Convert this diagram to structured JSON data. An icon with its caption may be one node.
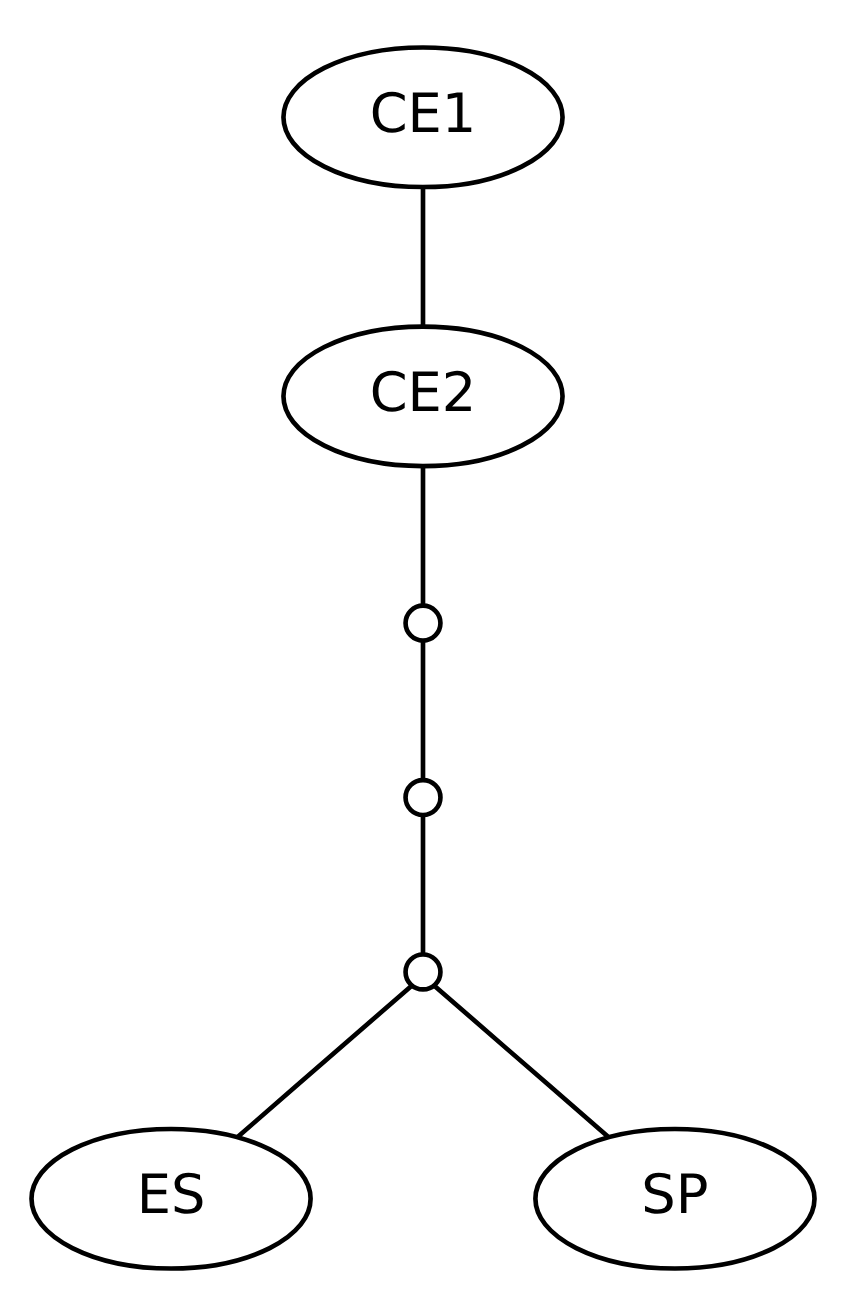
{
  "diagram": {
    "nodes": [
      {
        "text": [
          "CE1"
        ]
      },
      {
        "text": [
          "CE2"
        ]
      },
      {
        "text": [],
        "shape": "circle"
      },
      {
        "text": [],
        "shape": "circle"
      },
      {
        "text": [],
        "shape": "circle"
      },
      {
        "text": [
          "ES"
        ]
      },
      {
        "text": [
          "SP"
        ]
      }
    ],
    "edges": [
      {
        "from": 0,
        "to": 1,
        "arrow": "none"
      },
      {
        "from": 1,
        "to": 2,
        "arrow": "none"
      },
      {
        "from": 2,
        "to": 3,
        "arrow": "none"
      },
      {
        "from": 3,
        "to": 4,
        "arrow": "none"
      },
      {
        "from": 4,
        "to": 5,
        "arrow": "none"
      },
      {
        "from": 4,
        "to": 6,
        "arrow": "none"
      }
    ]
  }
}
